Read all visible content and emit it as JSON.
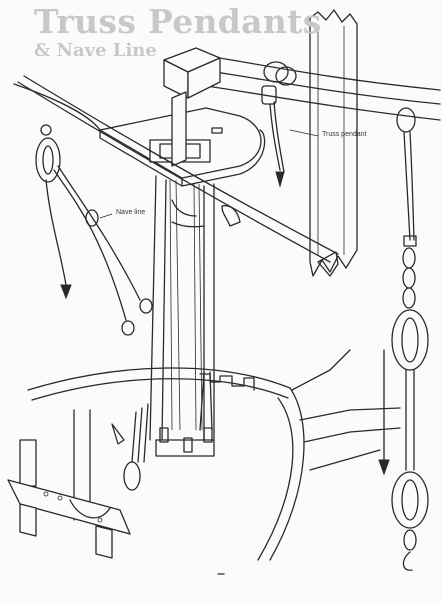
{
  "title": "Truss Pendants",
  "subtitle": "& Nave Line",
  "labels": {
    "truss_pendant": "Truss pendant",
    "nave_line": "Nave line"
  }
}
